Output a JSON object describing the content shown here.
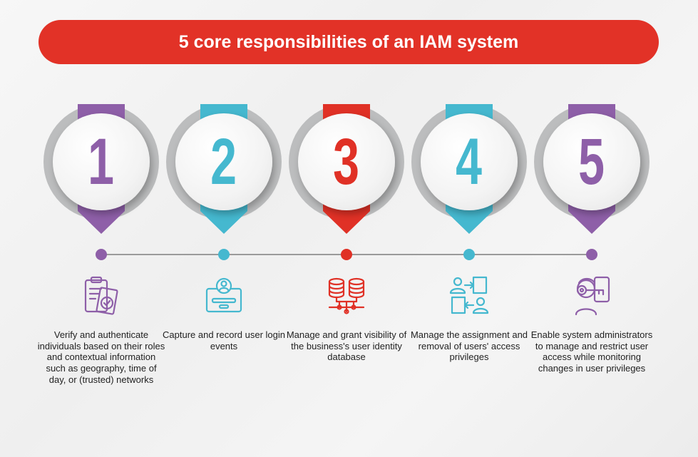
{
  "title": "5 core responsibilities of an IAM system",
  "colors": {
    "purple": "#8e5fa8",
    "teal": "#45b8cf",
    "red": "#e03126",
    "title_bg": "#e23227"
  },
  "steps": [
    {
      "number": "1",
      "color": "#8e5fa8",
      "icon": "clipboard-check-icon",
      "text": "Verify and authenticate individuals based on their roles and contextual information such as geography, time of day, or (trusted) networks"
    },
    {
      "number": "2",
      "color": "#45b8cf",
      "icon": "user-login-card-icon",
      "text": "Capture and record user login events"
    },
    {
      "number": "3",
      "color": "#e03126",
      "icon": "database-network-icon",
      "text": "Manage and grant visibility of the business's user identity database"
    },
    {
      "number": "4",
      "color": "#45b8cf",
      "icon": "user-access-exchange-icon",
      "text": "Manage the assignment and removal of users' access privileges"
    },
    {
      "number": "5",
      "color": "#8e5fa8",
      "icon": "admin-key-monitor-icon",
      "text": "Enable system administrators to manage and restrict user access while monitoring changes in user privileges"
    }
  ]
}
